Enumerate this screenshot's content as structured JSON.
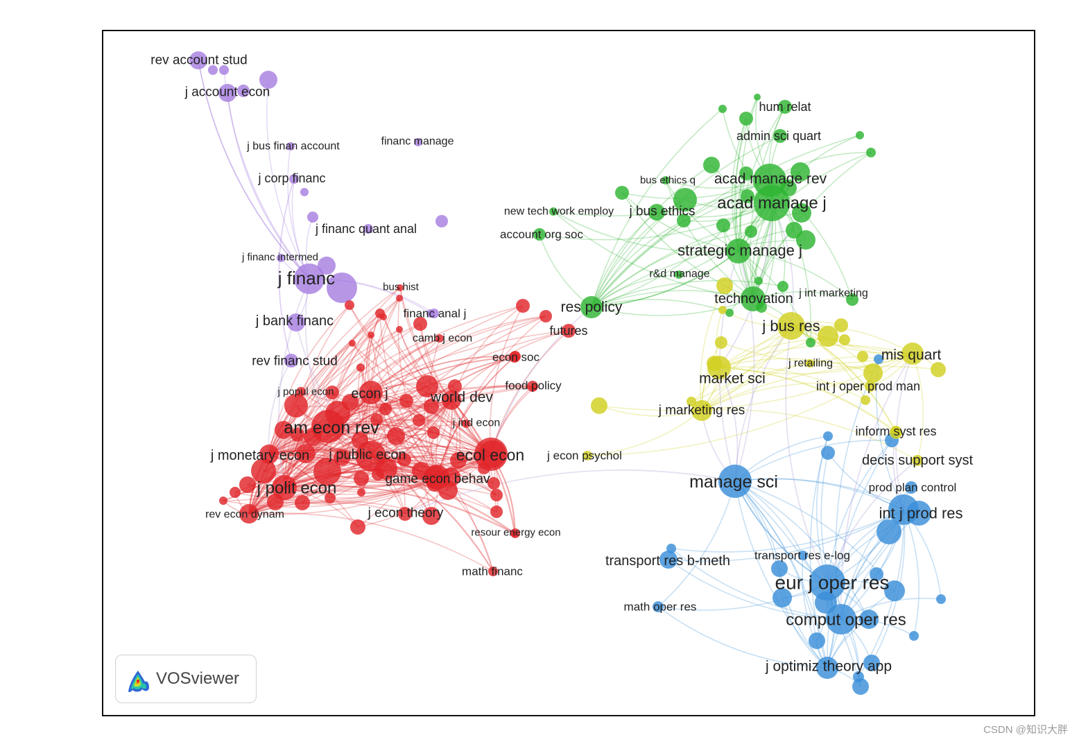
{
  "network": {
    "clusters": {
      "purple": "#a77fe0",
      "red": "#e0262b",
      "green": "#2eb532",
      "yellow": "#d1cf20",
      "blue": "#3a8fd9"
    },
    "labels": [
      {
        "text": "rev account stud",
        "cluster": "purple"
      },
      {
        "text": "j account econ",
        "cluster": "purple"
      },
      {
        "text": "j bus finan account",
        "cluster": "purple"
      },
      {
        "text": "financ manage",
        "cluster": "purple"
      },
      {
        "text": "j corp financ",
        "cluster": "purple"
      },
      {
        "text": "j financ quant anal",
        "cluster": "purple"
      },
      {
        "text": "j financ intermed",
        "cluster": "purple"
      },
      {
        "text": "j financ",
        "cluster": "purple"
      },
      {
        "text": "j bank financ",
        "cluster": "purple"
      },
      {
        "text": "rev financ stud",
        "cluster": "purple"
      },
      {
        "text": "financ anal j",
        "cluster": "purple"
      },
      {
        "text": "bus hist",
        "cluster": "red"
      },
      {
        "text": "camb j econ",
        "cluster": "red"
      },
      {
        "text": "j popul econ",
        "cluster": "red"
      },
      {
        "text": "econ j",
        "cluster": "red"
      },
      {
        "text": "world dev",
        "cluster": "red"
      },
      {
        "text": "econ soc",
        "cluster": "red"
      },
      {
        "text": "food policy",
        "cluster": "red"
      },
      {
        "text": "am econ rev",
        "cluster": "red"
      },
      {
        "text": "j ind econ",
        "cluster": "red"
      },
      {
        "text": "j monetary econ",
        "cluster": "red"
      },
      {
        "text": "j public econ",
        "cluster": "red"
      },
      {
        "text": "ecol econ",
        "cluster": "red"
      },
      {
        "text": "game econ behav",
        "cluster": "red"
      },
      {
        "text": "j polit econ",
        "cluster": "red"
      },
      {
        "text": "rev econ dynam",
        "cluster": "red"
      },
      {
        "text": "j econ theory",
        "cluster": "red"
      },
      {
        "text": "resour energy econ",
        "cluster": "red"
      },
      {
        "text": "math financ",
        "cluster": "red"
      },
      {
        "text": "futures",
        "cluster": "red"
      },
      {
        "text": "hum relat",
        "cluster": "green"
      },
      {
        "text": "admin sci quart",
        "cluster": "green"
      },
      {
        "text": "bus ethics q",
        "cluster": "green"
      },
      {
        "text": "acad manage rev",
        "cluster": "green"
      },
      {
        "text": "new tech work employ",
        "cluster": "green"
      },
      {
        "text": "j bus ethics",
        "cluster": "green"
      },
      {
        "text": "acad manage j",
        "cluster": "green"
      },
      {
        "text": "account org soc",
        "cluster": "green"
      },
      {
        "text": "strategic manage j",
        "cluster": "green"
      },
      {
        "text": "r&d manage",
        "cluster": "green"
      },
      {
        "text": "res policy",
        "cluster": "green"
      },
      {
        "text": "technovation",
        "cluster": "green"
      },
      {
        "text": "j int marketing",
        "cluster": "green"
      },
      {
        "text": "j bus res",
        "cluster": "yellow"
      },
      {
        "text": "mis quart",
        "cluster": "yellow"
      },
      {
        "text": "j retailing",
        "cluster": "yellow"
      },
      {
        "text": "market sci",
        "cluster": "yellow"
      },
      {
        "text": "int j oper prod man",
        "cluster": "yellow"
      },
      {
        "text": "j marketing res",
        "cluster": "yellow"
      },
      {
        "text": "j econ psychol",
        "cluster": "yellow"
      },
      {
        "text": "inform syst res",
        "cluster": "yellow"
      },
      {
        "text": "decis support syst",
        "cluster": "yellow"
      },
      {
        "text": "manage sci",
        "cluster": "blue"
      },
      {
        "text": "prod plan control",
        "cluster": "blue"
      },
      {
        "text": "int j prod res",
        "cluster": "blue"
      },
      {
        "text": "transport res b-meth",
        "cluster": "blue"
      },
      {
        "text": "transport res e-log",
        "cluster": "blue"
      },
      {
        "text": "eur j oper res",
        "cluster": "blue"
      },
      {
        "text": "math oper res",
        "cluster": "blue"
      },
      {
        "text": "comput oper res",
        "cluster": "blue"
      },
      {
        "text": "j optimiz theory app",
        "cluster": "blue"
      }
    ]
  },
  "logo": {
    "text": "VOSviewer"
  },
  "watermark": "CSDN @知识大胖"
}
